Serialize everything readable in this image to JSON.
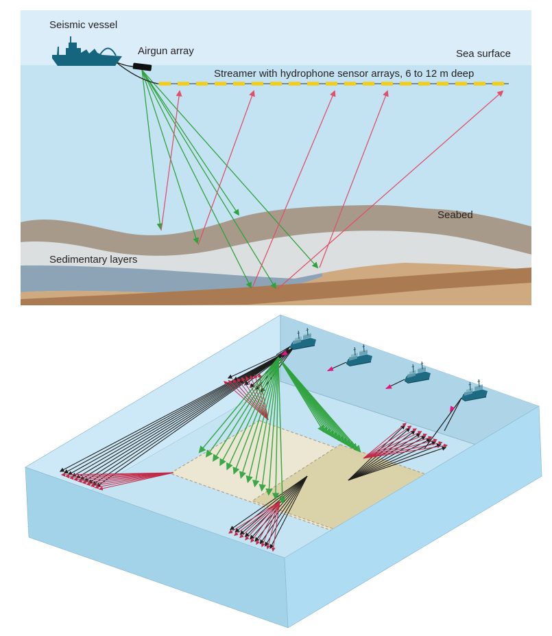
{
  "figure_title": "Marine seismic reflection survey diagram",
  "top_panel": {
    "labels": {
      "seismic_vessel": "Seismic vessel",
      "airgun_array": "Airgun array",
      "sea_surface": "Sea surface",
      "streamer": "Streamer with hydrophone sensor arrays, 6 to 12 m deep",
      "seabed": "Seabed",
      "sedimentary_layers": "Sedimentary layers"
    },
    "ray_counts": {
      "downgoing_green_rays": 6,
      "reflected_red_rays": 5
    },
    "colors": {
      "sky": "#daedf9",
      "water": "#c3e3f2",
      "seabed_layer": "#a89a8b",
      "light_gray_layer": "#dcdfdf",
      "blue_gray_layer": "#8da3b6",
      "tan_layer": "#cfa980",
      "brown_layer": "#aa7b52",
      "streamer_yellow": "#f2cd1a",
      "shot_ray_green": "#2ea23c",
      "reflection_ray_red": "#e0506b",
      "vessel_teal": "#16657e"
    }
  },
  "bottom_panel": {
    "description": "3D block of sea with seismic survey vessels towing streamer spreads over seabed survey patches",
    "vessel_count": 4,
    "streamer_fan_count": 4,
    "green_shot_fan_count": 2,
    "survey_patch_count": 2,
    "colors": {
      "top_face": "#cde9f7",
      "back_wall": "#aed5e7",
      "seabed_plane": "#c5e4f3",
      "front_left_face": "#a2d3e9",
      "front_right_face": "#aedcf2",
      "patch_light": "#ece7d0",
      "patch_dark": "#d9d0a6",
      "patch_border": "#b0a07e",
      "streamer_black": "#1d1d1b",
      "fan_red": "#c22a4a",
      "shot_green": "#2ea23c",
      "direction_magenta": "#e81380",
      "vessel_teal": "#16657e"
    }
  }
}
